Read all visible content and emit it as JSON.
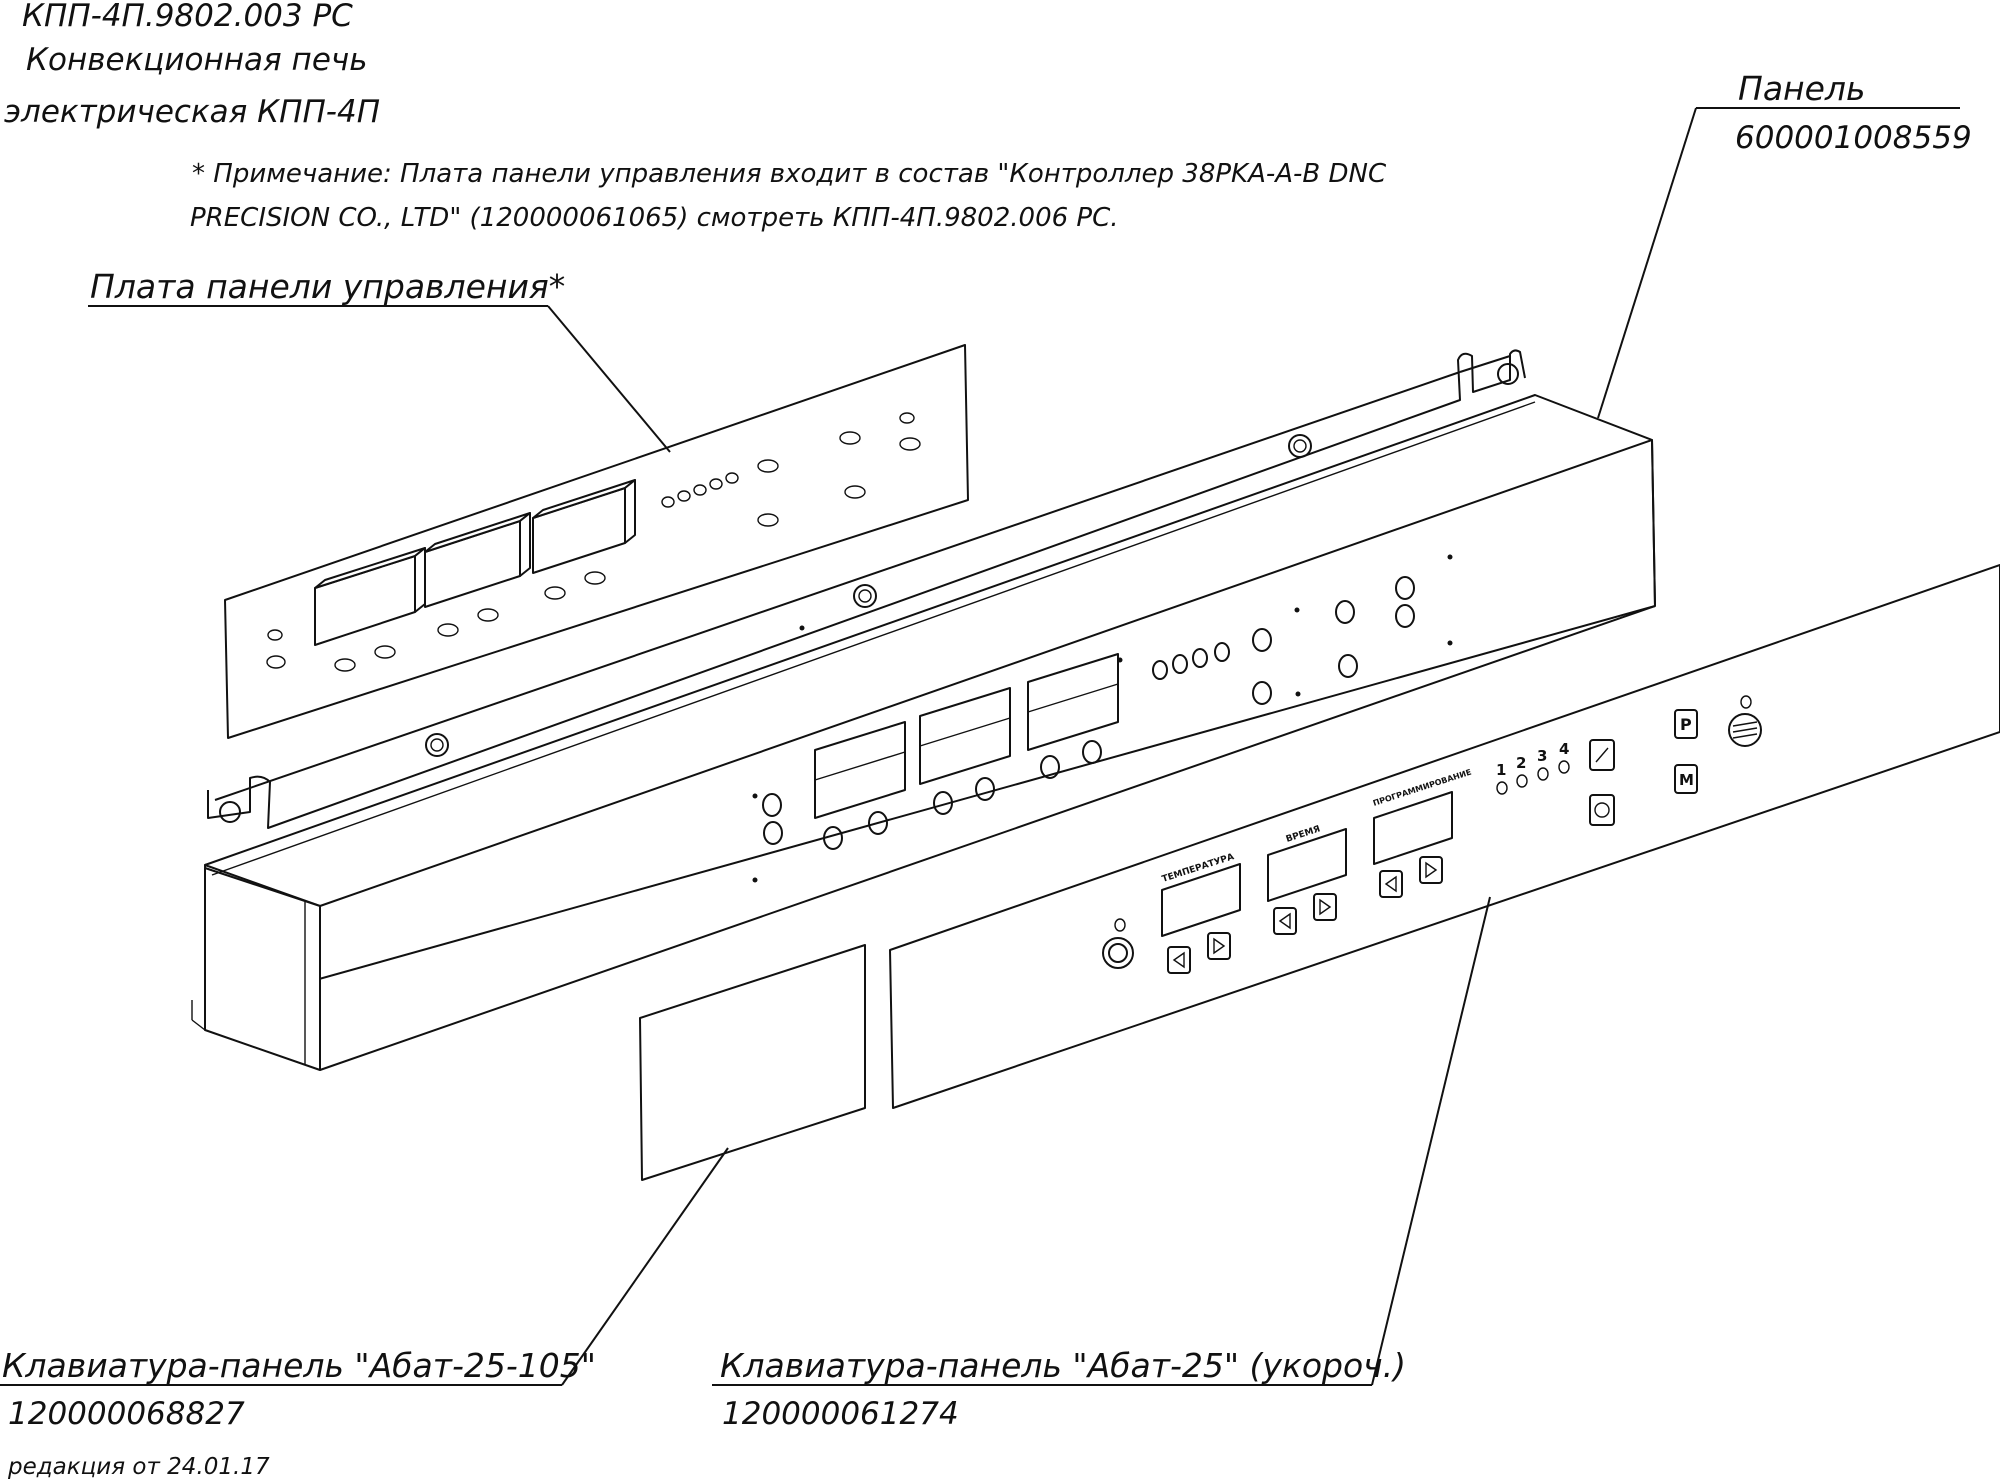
{
  "title": {
    "doc_code": "КПП-4П.9802.003 РС",
    "line2": "Конвекционная печь",
    "line3": "электрическая КПП-4П"
  },
  "note": {
    "line1": "* Примечание: Плата панели управления входит в состав \"Контроллер 38PKA-A-B DNC",
    "line2": "PRECISION CO., LTD\" (120000061065) смотреть КПП-4П.9802.006 РС."
  },
  "callouts": {
    "board": {
      "label": "Плата панели управления*"
    },
    "panel": {
      "label": "Панель",
      "code": "600001008559"
    },
    "keypad_105": {
      "label": "Клавиатура-панель \"Абат-25-105\"",
      "code": "120000068827"
    },
    "keypad_short": {
      "label": "Клавиатура-панель \"Абат-25\" (укороч.)",
      "code": "120000061274"
    }
  },
  "keypad_labels": {
    "temperature": "ТЕМПЕРАТУРА",
    "time": "ВРЕМЯ",
    "humidity": "ПРОГРАММИРОВАНИЕ",
    "n1": "1",
    "n2": "2",
    "n3": "3",
    "n4": "4",
    "p_key": "P",
    "m_key": "M"
  },
  "revision": "редакция от 24.01.17",
  "colors": {
    "ink": "#111111",
    "paper": "#ffffff"
  }
}
